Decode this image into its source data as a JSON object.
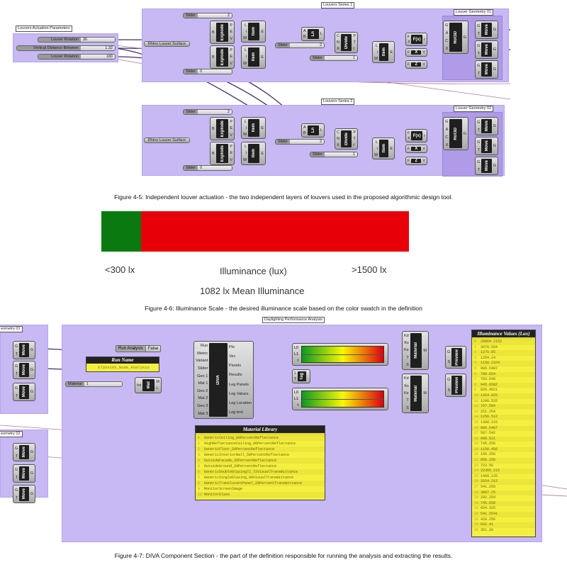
{
  "captions": {
    "fig_4_5": "Figure 4-5: Independent louver actuation - the two independent layers of louvers used in the proposed algorithmic design tool.",
    "fig_4_6": "Figure 4-6: Illuminance Scale - the desired illuminance scale based on the color swatch in the definition",
    "fig_4_7": "Figure 4-7: DIVA Component Section - the part of the definition responsible for running the analysis and extracting the results."
  },
  "fig_4_5": {
    "params_group": "Louvers Actuation Parameters",
    "params": [
      {
        "label": "Louver Rotation Angle",
        "value": "36"
      },
      {
        "label": "Vertical Distance Between Louvers",
        "value": "1.32"
      },
      {
        "label": "Louver Rotation Angle",
        "value": "180"
      }
    ],
    "series1_group": "Louvers Series 1",
    "geometry1_group": "Louver Geometry 01",
    "series2_group": "Louvers Series 2",
    "geometry2_group": "Louver Geometry 02",
    "surface_param": "Rhino Louver Surface",
    "slider_label": "Slider",
    "slider_values": [
      "2",
      "0",
      "2",
      "1"
    ]
  },
  "components": {
    "explode": {
      "name": "Explode",
      "inputs": [
        "B"
      ],
      "outputs": [
        "P",
        "E",
        "V"
      ]
    },
    "item": {
      "name": "Item",
      "inputs": [
        "L",
        "i",
        "W"
      ],
      "outputs": [
        "E"
      ]
    },
    "ln": {
      "name": "Ln",
      "inputs": [
        "A",
        "B"
      ],
      "outputs": [
        "L"
      ]
    },
    "divide": {
      "name": "Divide",
      "inputs": [
        "C",
        "N",
        "K"
      ],
      "outputs": [
        "P",
        "T",
        "t"
      ]
    },
    "fx": {
      "name": "F(x)",
      "inputs": [
        "F",
        "x"
      ],
      "outputs": [
        "r"
      ]
    },
    "x": {
      "name": "X",
      "inputs": [
        "F"
      ],
      "outputs": [
        "V"
      ]
    },
    "z": {
      "name": "Z",
      "inputs": [
        "F"
      ],
      "outputs": [
        "V"
      ]
    },
    "rot3d": {
      "name": "Rot3D",
      "inputs": [
        "G",
        "A",
        "C",
        "X"
      ],
      "outputs": [
        "G"
      ]
    },
    "move": {
      "name": "Move",
      "inputs": [
        "G",
        "T"
      ],
      "outputs": [
        "G"
      ]
    },
    "mat": {
      "name": "Mat",
      "inputs": [
        "Int"
      ],
      "outputs": [
        "M",
        "L"
      ]
    },
    "diva": {
      "name": "DIVA",
      "inputs": [
        "Run",
        "Metric",
        "Variant",
        "Slider",
        "Geo 1",
        "Mat 1",
        "Geo 2",
        "Mat 2",
        "Geo 3",
        "Mat 3"
      ],
      "outputs": [
        "Pts",
        "Vec",
        "Panels",
        "Results",
        "Leg Panels",
        "Leg Values",
        "Leg Location",
        "Leg text"
      ]
    },
    "gradient": {
      "inputs": [
        "L0",
        "L1",
        "t"
      ]
    },
    "tag": {
      "name": "Tag",
      "inputs": [
        "L",
        "T"
      ],
      "outputs": []
    },
    "material": {
      "name": "Material",
      "inputs": [
        "Kd",
        "Ks",
        "Ke",
        "T",
        "S"
      ],
      "outputs": [
        "M"
      ]
    },
    "preview": {
      "name": "Preview",
      "inputs": [
        "G",
        "S"
      ],
      "outputs": []
    }
  },
  "fig_4_6": {
    "colors": {
      "low": "#0a7a10",
      "high": "#e80008"
    },
    "low_label": "<300 lx",
    "axis_label": "Illuminance (lux)",
    "high_label": ">1500 lx",
    "mean_label": "1082 lx Mean Illuminance"
  },
  "fig_4_7": {
    "group": "Daylighting Performance Analysis",
    "left_group_1": "eometry 01",
    "left_group_2": "eometry 02",
    "run_toggle": {
      "label": "Run Analysis",
      "value": "False"
    },
    "run_name": {
      "title": "Run Name",
      "value": "ElSheikh_Node_Analysis"
    },
    "material_slider": {
      "label": "Material",
      "value": "1"
    },
    "material_library": {
      "title": "Material Library",
      "items": [
        "GenericCeiling_80PercentReflectance",
        "HighReflectanceCeiling_90PercentReflectance",
        "GenericFloor_20PercentReflectance",
        "GenericInteriorWall_50PercentReflectance",
        "OutsideFacade_35PercentReflectance",
        "OutsideGround_20PercentReflectance",
        "GenericDoubleGlazing72_72VisualTransmittance",
        "GenericSingleGlazing_90VisualTransmittance",
        "GenericTranslucentPanel_20PercentTransmittance",
        "MonitorScreenImage",
        "MonitorGlass"
      ]
    },
    "illuminance_values": {
      "title": "Illuminance Values (Lux)",
      "items": [
        "20064.2152",
        "3078.564",
        "1275.65",
        "1254.24",
        "1158.2324",
        "906.5487",
        "700.654",
        "793.548",
        "945.6582",
        "820.4521",
        "1354.025",
        "1298.525",
        "797.584",
        "251.254",
        "1256.512",
        "1300.215",
        "906.5487",
        "587.542",
        "698.521",
        "745.256",
        "1150.456",
        "185.256",
        "850.256",
        "723.56",
        "22365.215",
        "1469.125",
        "2654.215",
        "541.258",
        "3987.25",
        "292.254",
        "745.658",
        "654.325",
        "541.2541",
        "420.256",
        "632.41",
        "351.20"
      ]
    }
  }
}
